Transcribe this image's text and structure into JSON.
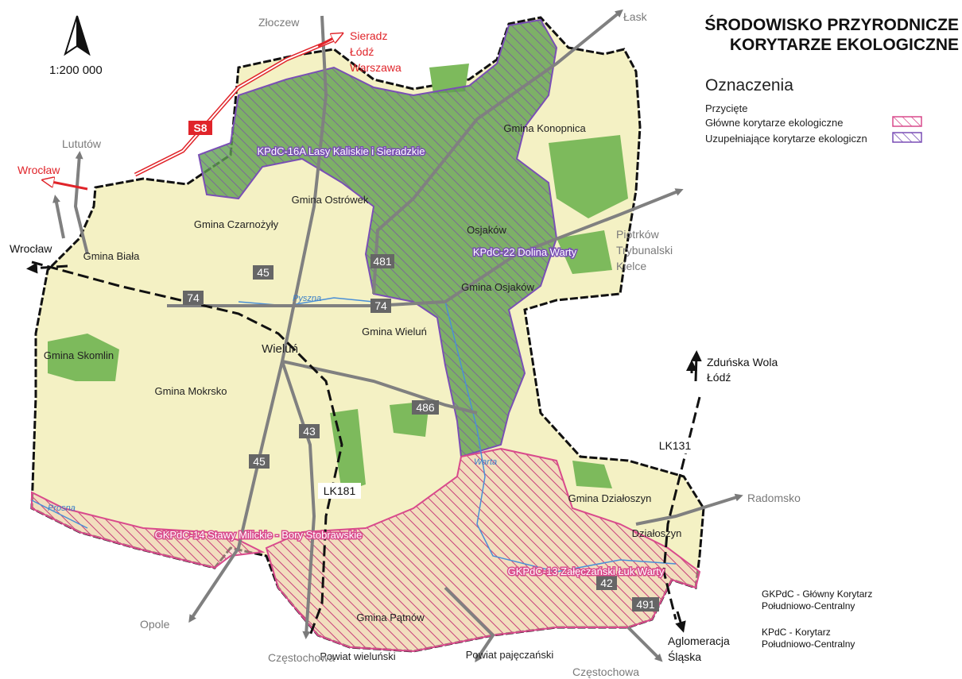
{
  "title": {
    "line1": "ŚRODOWISKO PRZYRODNICZE",
    "line2": "KORYTARZE EKOLOGICZNE"
  },
  "scale": "1:200 000",
  "legend": {
    "heading": "Oznaczenia",
    "subheading": "Przycięte",
    "items": [
      {
        "label": "Główne korytarze ekologiczne",
        "color": "#d94a8c"
      },
      {
        "label": "Uzupełniające korytarze ekologiczn",
        "color": "#7a4fb5"
      }
    ]
  },
  "notes": {
    "gkpdc": [
      "GKPdC - Główny Korytarz",
      "Południowo-Centralny"
    ],
    "kpdc": [
      "KPdC - Korytarz",
      "Południowo-Centralny"
    ]
  },
  "destinations": {
    "zloczew": "Złoczew",
    "lask": "Łask",
    "sieradz": "Sieradz",
    "lodz_top": "Łódź",
    "warszawa": "Warszawa",
    "lututow": "Lututów",
    "wroclaw_red": "Wrocław",
    "wroclaw_black": "Wrocław",
    "piotrkow": "Piotrków",
    "trybunalski": "Trybunalski",
    "kielce": "Kielce",
    "zdunska": "Zduńska Wola",
    "lodz_right": "Łódź",
    "radomsko": "Radomsko",
    "opole": "Opole",
    "czestochowa_left": "Częstochowa",
    "czestochowa_right": "Częstochowa",
    "aglomeracja": "Aglomeracja",
    "slaska": "Śląska"
  },
  "gminy": {
    "konopnica": "Gmina Konopnica",
    "ostrowek": "Gmina Ostrówek",
    "czarnozyly": "Gmina Czarnożyły",
    "biala": "Gmina Biała",
    "osjakow_town": "Osjaków",
    "osjakow": "Gmina Osjaków",
    "wielun": "Gmina Wieluń",
    "wielun_town": "Wieluń",
    "skomlin": "Gmina Skomlin",
    "mokrsko": "Gmina Mokrsko",
    "dzialoszyn": "Gmina Działoszyn",
    "dzialoszyn_town": "Działoszyn",
    "patnow": "Gmina Pątnów"
  },
  "powiaty": {
    "wielunski": "Powiat wieluński",
    "pajeczanski": "Powiat pajęczański"
  },
  "corridors": {
    "kpdc16a": "KPdC-16A Lasy Kaliskie i Sieradzkie",
    "kpdc22": "KPdC-22 Dolina Warty",
    "gkpdc14": "GKPdC-14 Stawy Milickie - Bory Stobrawskie",
    "gkpdc13": "GKPdC-13 Załęczański Łuk Warty"
  },
  "roads": {
    "s8": "S8",
    "r45a": "45",
    "r45b": "45",
    "r74a": "74",
    "r74b": "74",
    "r481": "481",
    "r43": "43",
    "r486": "486",
    "r42": "42",
    "r491": "491"
  },
  "rail": {
    "lk181": "LK181",
    "lk131": "LK131"
  },
  "rivers": {
    "pyszna": "Pyszna",
    "warta": "Warta",
    "prosna": "Prosna"
  },
  "colors": {
    "land": "#f4f1c4",
    "forest": "#7dba5c",
    "main_corridor": "#d94a8c",
    "supp_corridor": "#7a4fb5",
    "border": "#111111",
    "destination_red": "#e0242a",
    "destination_gray": "#7a7a7a"
  }
}
